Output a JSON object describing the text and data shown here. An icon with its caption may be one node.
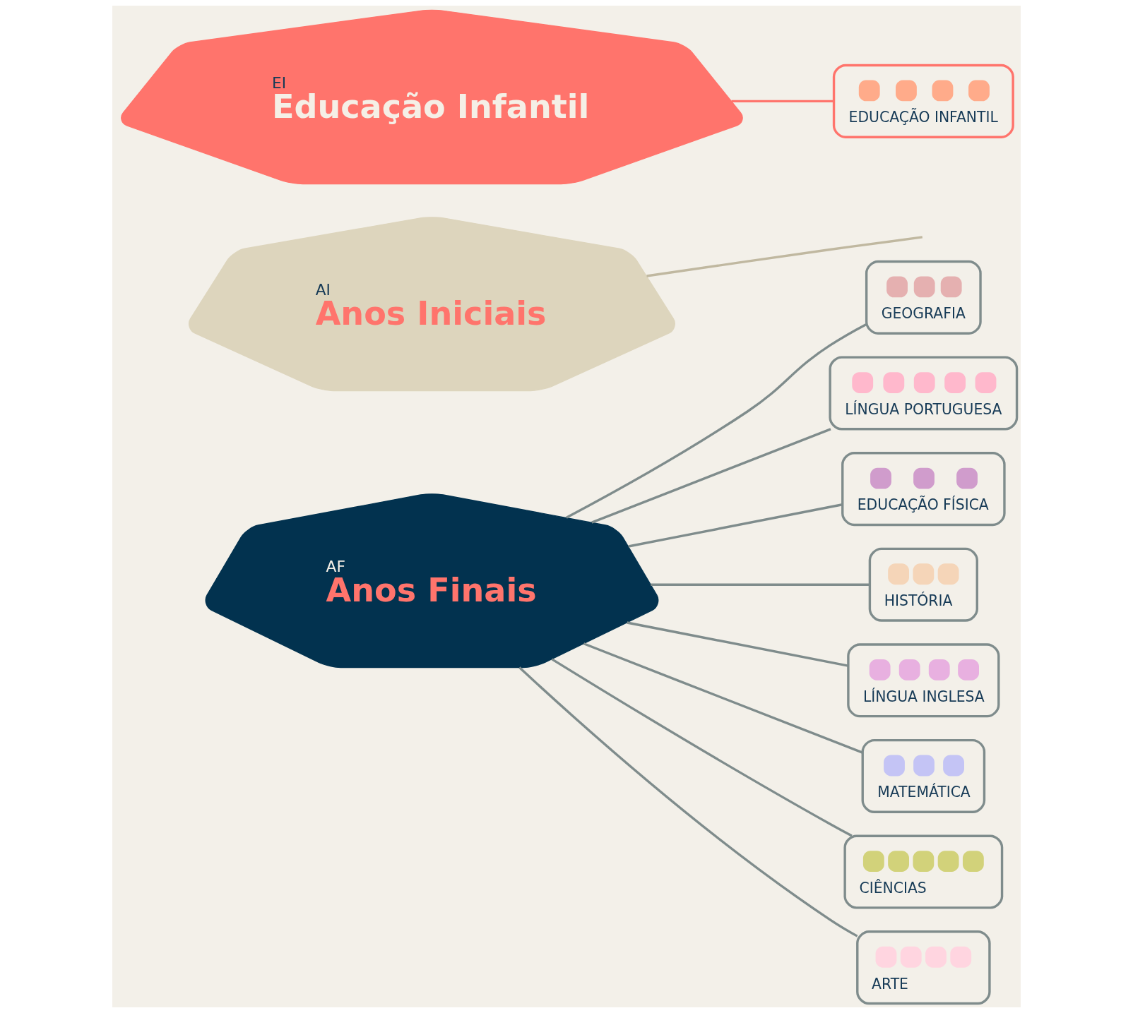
{
  "diagram": {
    "nodes": [
      {
        "text": [
          "EI",
          "Educação Infantil"
        ]
      },
      {
        "text": [
          "EDUCAÇÃO INFANTIL"
        ]
      },
      {
        "text": [
          "AI",
          "Anos Iniciais"
        ]
      },
      {
        "text": [
          "AF",
          "Anos Finais"
        ]
      },
      {
        "text": [
          "GEOGRAFIA"
        ]
      },
      {
        "text": [
          "LÍNGUA PORTUGUESA"
        ]
      },
      {
        "text": [
          "EDUCAÇÃO FÍSICA"
        ]
      },
      {
        "text": [
          "HISTÓRIA"
        ]
      },
      {
        "text": [
          "LÍNGUA INGLESA"
        ]
      },
      {
        "text": [
          "MATEMÁTICA"
        ]
      },
      {
        "text": [
          "CIÊNCIAS"
        ]
      },
      {
        "text": [
          "ARTE"
        ]
      }
    ],
    "edges": [
      {
        "from": 0,
        "to": 1,
        "arrow": "none",
        "color": "#ff746c"
      },
      {
        "from": 2,
        "to": null,
        "arrow": "none",
        "color": "#c0b8a0"
      },
      {
        "from": 3,
        "to": 4,
        "arrow": "none"
      },
      {
        "from": 3,
        "to": 5,
        "arrow": "none"
      },
      {
        "from": 3,
        "to": 6,
        "arrow": "none"
      },
      {
        "from": 3,
        "to": 7,
        "arrow": "none"
      },
      {
        "from": 3,
        "to": 8,
        "arrow": "none"
      },
      {
        "from": 3,
        "to": 9,
        "arrow": "none"
      },
      {
        "from": 3,
        "to": 10,
        "arrow": "none"
      },
      {
        "from": 3,
        "to": 11,
        "arrow": "none"
      }
    ]
  }
}
